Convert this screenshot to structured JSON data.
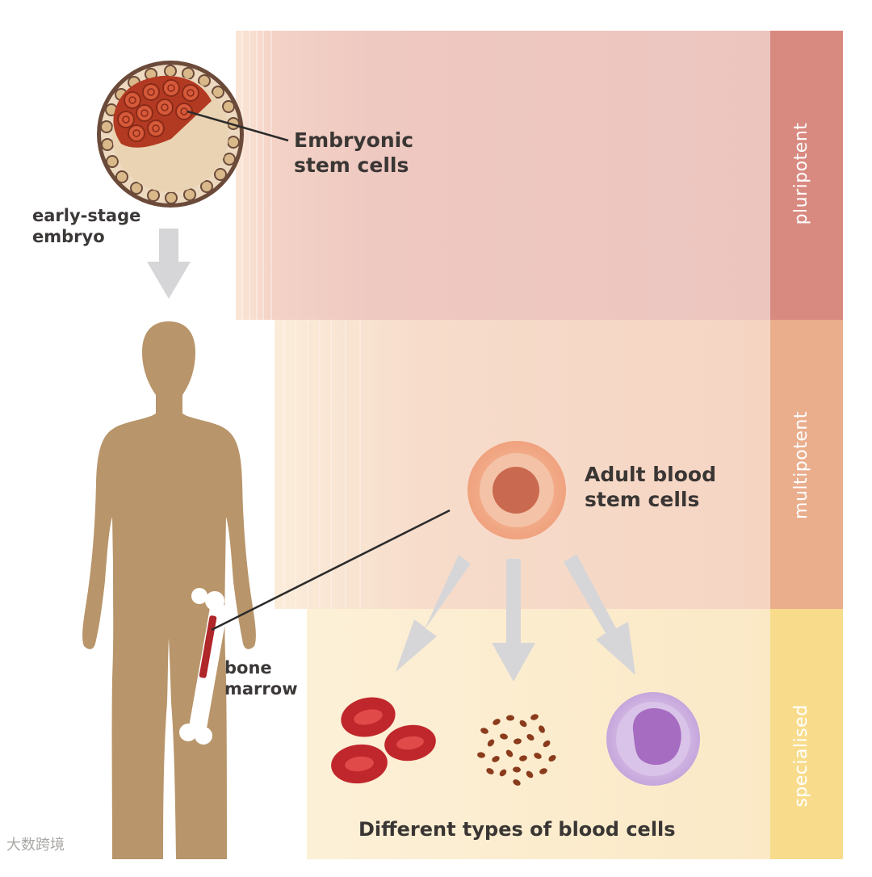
{
  "labels": {
    "embryonic": "Embryonic\nstem cells",
    "adult": "Adult blood\nstem cells",
    "caption": "Different types of blood cells",
    "early_embryo": "early-stage\nembryo",
    "bone_marrow": "bone\nmarrow"
  },
  "potency_bands": [
    {
      "label": "pluripotent",
      "color": "#d98a80"
    },
    {
      "label": "multipotent",
      "color": "#eaae8d"
    },
    {
      "label": "specialised",
      "color": "#f8dc8c"
    }
  ],
  "watermark": "大数跨境",
  "colors": {
    "pluripotent_panel": "#ecc6c0",
    "multipotent_panel": "#f6d6c4",
    "specialised_panel": "#fbeccb",
    "body": "#b8956a",
    "red_cell": "#c0272d",
    "arrow": "#d6d6d8",
    "white_cell": "#b98cd0"
  }
}
